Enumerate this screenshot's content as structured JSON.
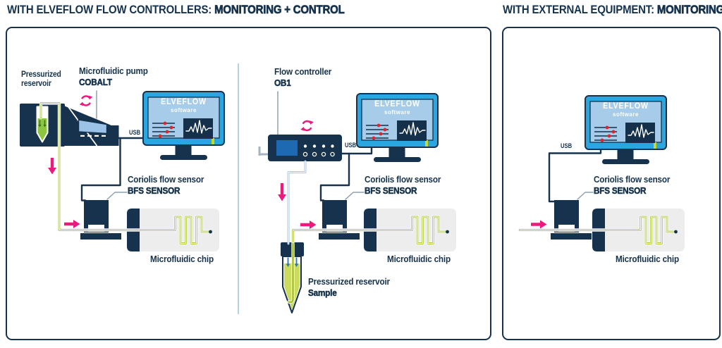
{
  "titles": {
    "left_regular": "WITH ELVEFLOW FLOW CONTROLLERS: ",
    "left_bold": "MONITORING + CONTROL",
    "right_regular": "WITH EXTERNAL EQUIPMENT: ",
    "right_bold": "MONITORING"
  },
  "monitor": {
    "brand": "ELVEFLOW",
    "sub": "software"
  },
  "d1": {
    "reservoir_line1": "Pressurized",
    "reservoir_line2": "reservoir",
    "device": "Microfluidic pump",
    "device_model": "COBALT",
    "usb": "USB",
    "sensor": "Coriolis flow sensor",
    "sensor_model": "BFS SENSOR",
    "chip": "Microfluidic chip"
  },
  "d2": {
    "device": "Flow controller",
    "device_model": "OB1",
    "usb": "USB",
    "sensor": "Coriolis flow sensor",
    "sensor_model": "BFS SENSOR",
    "chip": "Microfluidic chip",
    "reservoir": "Pressurized reservoir",
    "reservoir_model": "Sample"
  },
  "d3": {
    "usb": "USB",
    "sensor": "Coriolis flow sensor",
    "sensor_model": "BFS SENSOR",
    "chip": "Microfluidic chip"
  },
  "colors": {
    "navy": "#16324c",
    "monitor_frame_blue": "#2aa7e0",
    "monitor_screen_blue": "#a6cce9",
    "magenta_accent": "#ec1a7d",
    "tube_green": "#a9c232",
    "liquid_green_bright": "#8cc63e",
    "liquid_green_pale": "#cbdb60",
    "dot_red": "#e1242b",
    "connector_yellow": "#c8d62f",
    "link_gray": "#8fa0ac",
    "air_tube_blue": "#a9c6e2",
    "chip_gray": "#ededee",
    "divider_blue": "#b3d3ea",
    "ob1_screen_blue": "#1d6ab2"
  }
}
